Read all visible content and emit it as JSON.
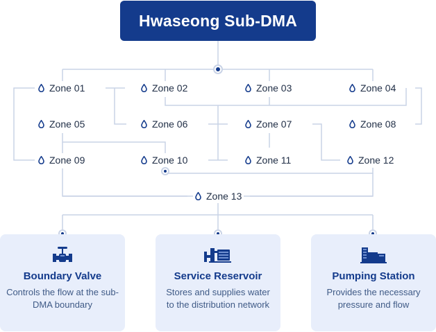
{
  "title": "Hwaseong Sub-DMA",
  "zones": [
    {
      "label": "Zone 01"
    },
    {
      "label": "Zone 02"
    },
    {
      "label": "Zone 03"
    },
    {
      "label": "Zone 04"
    },
    {
      "label": "Zone 05"
    },
    {
      "label": "Zone 06"
    },
    {
      "label": "Zone 07"
    },
    {
      "label": "Zone 08"
    },
    {
      "label": "Zone 09"
    },
    {
      "label": "Zone 10"
    },
    {
      "label": "Zone 11"
    },
    {
      "label": "Zone 12"
    },
    {
      "label": "Zone 13"
    }
  ],
  "cards": [
    {
      "title": "Boundary Valve",
      "desc": "Controls the flow at the sub-DMA boundary",
      "icon": "valve-icon"
    },
    {
      "title": "Service Reservoir",
      "desc": "Stores and supplies water to the distribution network",
      "icon": "reservoir-icon"
    },
    {
      "title": "Pumping Station",
      "desc": "Provides the necessary pressure and flow",
      "icon": "pumping-station-icon"
    }
  ],
  "colors": {
    "primary": "#143b8c",
    "line": "#c9d3e6",
    "card_bg": "#e8eefb",
    "card_text": "#3f5a86"
  }
}
